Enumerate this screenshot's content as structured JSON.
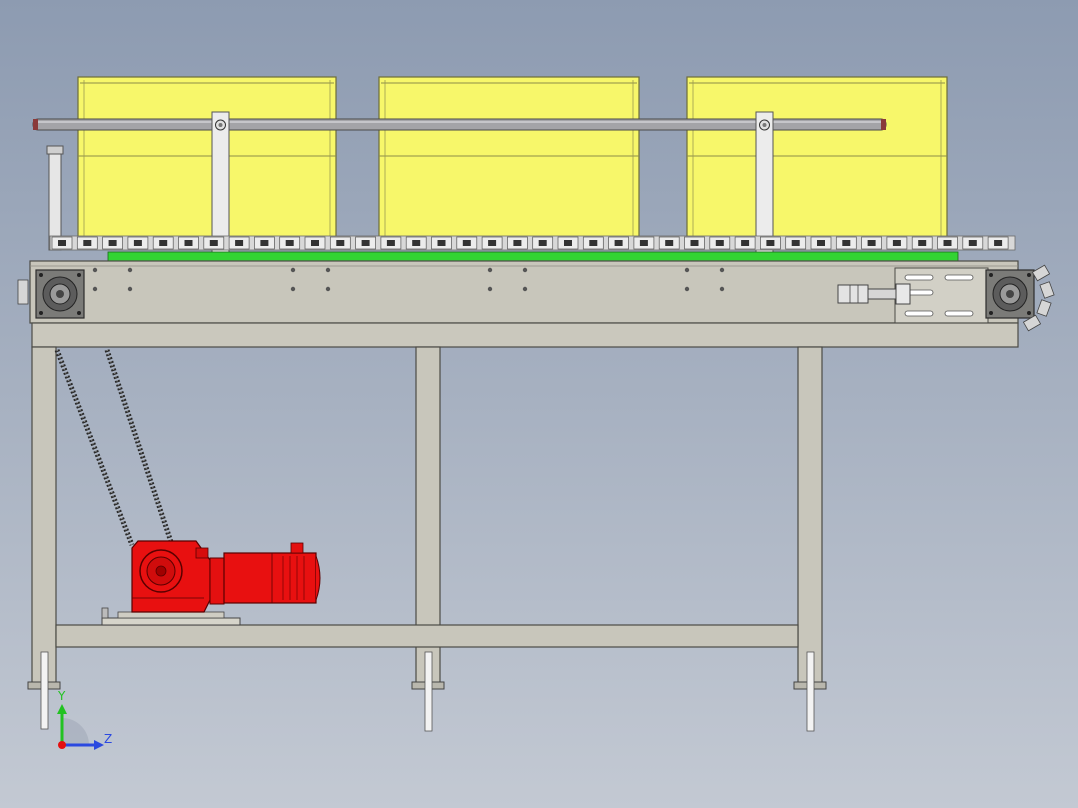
{
  "triad": {
    "y_label": "Y",
    "z_label": "Z"
  },
  "colors": {
    "background_top": "#8d9bb1",
    "background_bottom": "#c3c9d3",
    "box": "#f7f76a",
    "frame": "#c8c6bb",
    "belt_green": "#33d433",
    "motor_red": "#e81010",
    "y_axis": "#22c222",
    "z_axis": "#2b49e0"
  },
  "components": {
    "boxes": [
      "box",
      "box",
      "box"
    ],
    "legs": [
      "leg",
      "leg",
      "leg"
    ],
    "sprockets": [
      "drive-sprocket",
      "tail-sprocket"
    ],
    "guide_brackets": [
      "guide-bracket",
      "guide-bracket"
    ],
    "motor": "gear-motor",
    "chain": "drive-chain"
  }
}
